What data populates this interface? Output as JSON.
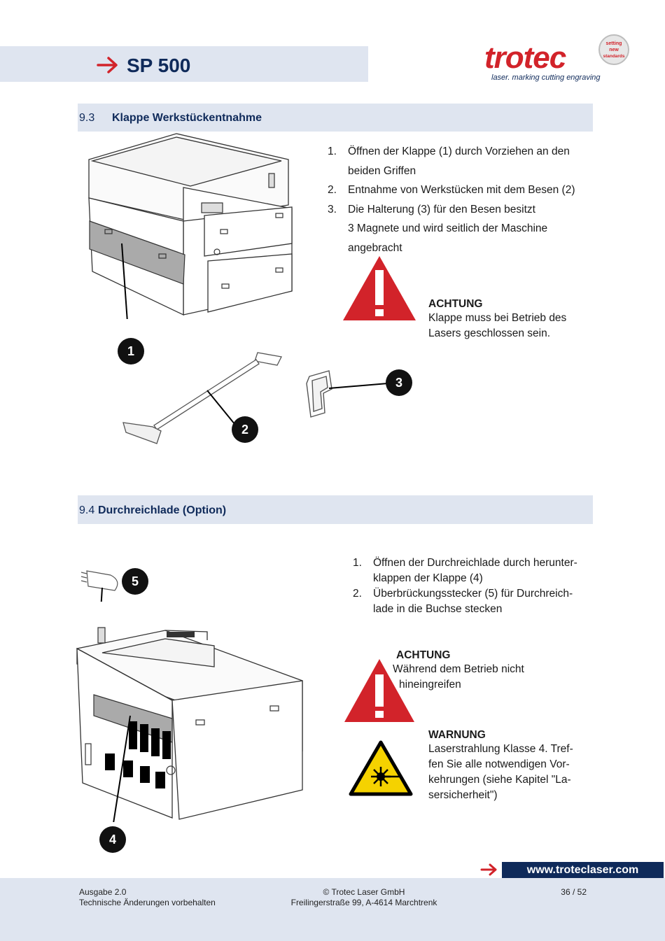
{
  "header": {
    "model": "SP 500",
    "brand": "trotec",
    "brand_tagline": "laser. marking cutting engraving",
    "brand_seal": [
      "setting",
      "new",
      "standards"
    ]
  },
  "section1": {
    "number": "9.3",
    "title": "Klappe Werkstückentnahme",
    "steps": [
      {
        "n": "1.",
        "lines": [
          "Öffnen der Klappe (1) durch Vorziehen an den",
          "beiden Griffen"
        ]
      },
      {
        "n": "2.",
        "lines": [
          "Entnahme von Werkstücken mit dem Besen (2)"
        ]
      },
      {
        "n": "3.",
        "lines": [
          "Die Halterung (3) für den Besen besitzt",
          "3 Magnete und wird seitlich der Maschine",
          "angebracht"
        ]
      }
    ],
    "warning": {
      "title": "ACHTUNG",
      "lines": [
        "Klappe muss bei Betrieb des",
        "Lasers geschlossen sein."
      ]
    },
    "callouts": [
      "1",
      "2",
      "3"
    ]
  },
  "section2": {
    "number": "9.4",
    "title": "Durchreichlade (Option)",
    "steps": [
      {
        "n": "1.",
        "lines": [
          "Öffnen der Durchreichlade durch herunter-",
          "klappen der Klappe (4)"
        ]
      },
      {
        "n": "2.",
        "lines": [
          "Überbrückungsstecker (5) für Durchreich-",
          "lade in die Buchse stecken"
        ]
      }
    ],
    "warning1": {
      "title": "ACHTUNG",
      "lines": [
        "Während dem Betrieb nicht",
        "hineingreifen"
      ]
    },
    "warning2": {
      "title": "WARNUNG",
      "lines": [
        "Laserstrahlung Klasse 4. Tref-",
        "fen Sie alle notwendigen Vor-",
        "kehrungen (siehe Kapitel \"La-",
        "sersicherheit\")"
      ]
    },
    "callouts": [
      "4",
      "5"
    ]
  },
  "footer": {
    "url": "www.troteclaser.com",
    "edition": "Ausgabe 2.0",
    "notice": "Technische Änderungen vorbehalten",
    "copyright": "© Trotec Laser GmbH",
    "address": "Freilingerstraße 99, A-4614 Marchtrenk",
    "page": "36 / 52"
  },
  "colors": {
    "accent_red": "#d2232a",
    "navy": "#0f2a5a",
    "band": "#dfe5f0",
    "warning_yellow": "#f5d200"
  }
}
